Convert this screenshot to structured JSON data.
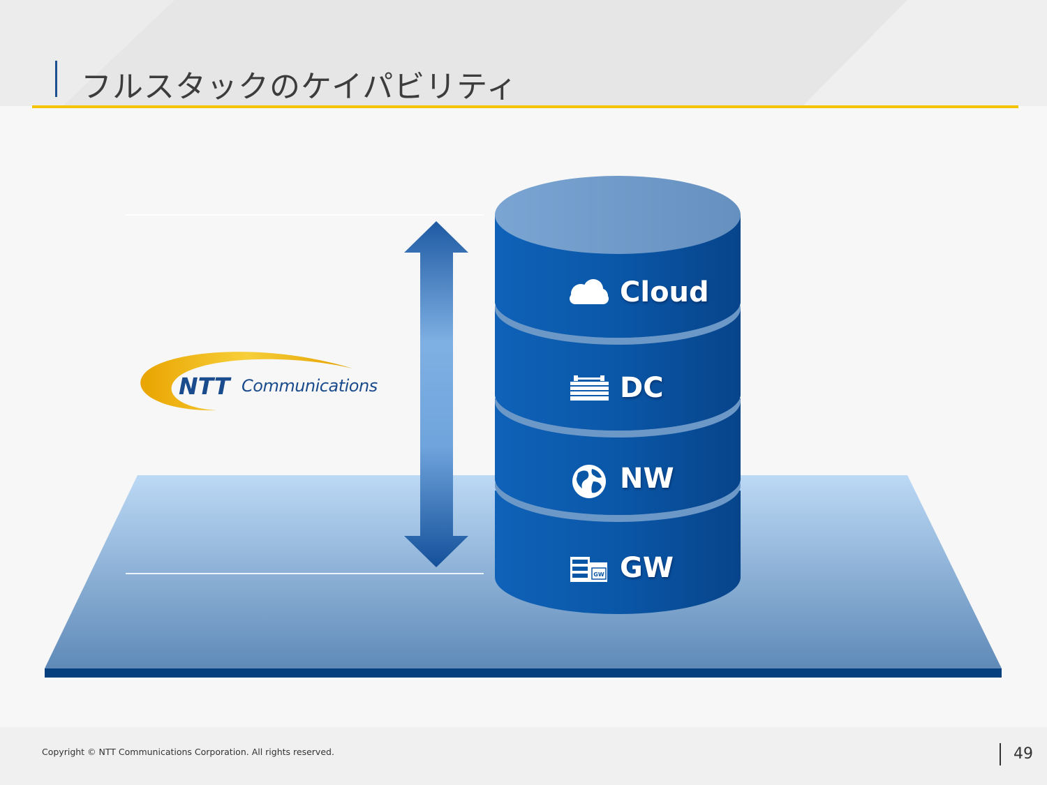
{
  "slide": {
    "title": "フルスタックのケイパビリティ",
    "copyright": "Copyright © NTT Communications Corporation. All rights reserved.",
    "page_number": "49"
  },
  "logo": {
    "brand_mark": "NTT",
    "brand_name": "Communications"
  },
  "stack": {
    "layers": [
      {
        "label": "Cloud",
        "icon": "cloud-icon"
      },
      {
        "label": "DC",
        "icon": "datacenter-icon"
      },
      {
        "label": "NW",
        "icon": "globe-icon"
      },
      {
        "label": "GW",
        "icon": "gateway-icon"
      }
    ]
  },
  "colors": {
    "accent_yellow": "#f5c400",
    "brand_blue": "#1a4b8c",
    "cylinder_blue": "#0b5cad"
  }
}
